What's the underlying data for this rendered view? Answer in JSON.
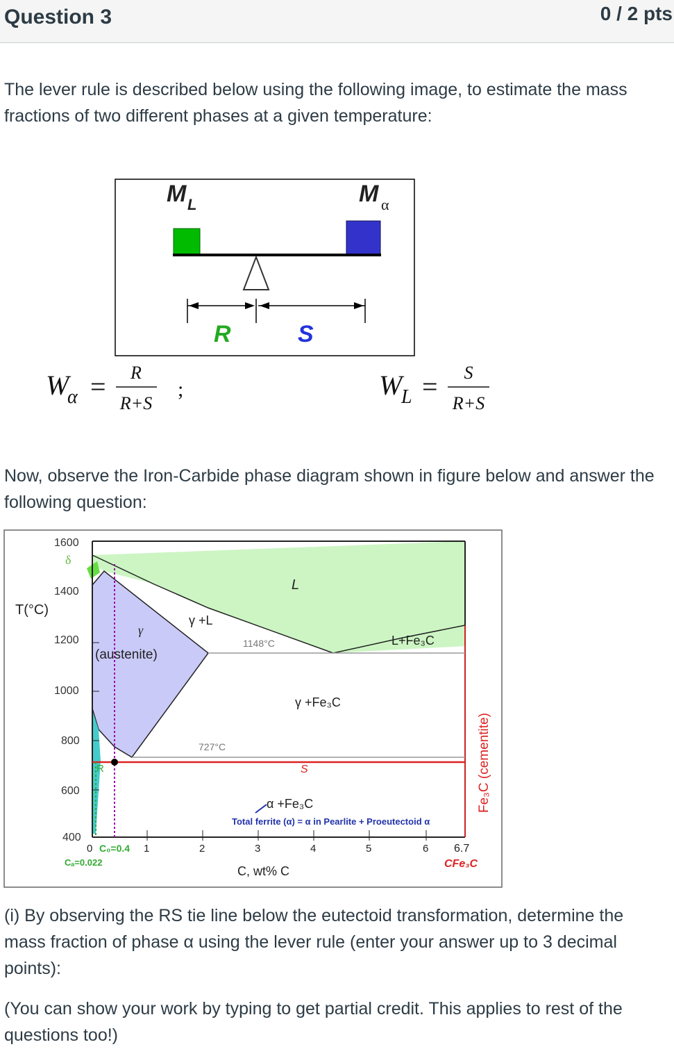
{
  "header": {
    "title": "Question 3",
    "points": "0 / 2 pts"
  },
  "intro": "The lever rule is described below using the following image, to estimate the mass fractions of two different phases at a given temperature:",
  "lever": {
    "left_mass_main": "M",
    "left_mass_sub": "L",
    "right_mass_main": "M",
    "right_mass_sub": "α",
    "left_arm": "R",
    "right_arm": "S",
    "colors": {
      "left_block": "#00bb00",
      "right_block": "#3333cc",
      "R": "#22aa22",
      "S": "#2233dd"
    }
  },
  "formulas": {
    "left": {
      "w": "W",
      "sub": "α",
      "eq": "=",
      "num": "R",
      "den": "R+S",
      "sep": ";"
    },
    "right": {
      "w": "W",
      "sub": "L",
      "eq": "=",
      "num": "S",
      "den": "R+S"
    }
  },
  "instructions": "Now, observe the Iron-Carbide phase diagram shown in figure below and answer the following question:",
  "phase_diagram": {
    "y_title": "T(°C)",
    "y_ticks": [
      "1600",
      "1400",
      "1200",
      "1000",
      "800",
      "600",
      "400"
    ],
    "x_ticks": [
      "0",
      "1",
      "2",
      "3",
      "4",
      "5",
      "6",
      "6.7"
    ],
    "x_title": "C, wt% C",
    "labels": {
      "delta": "δ",
      "liquid": "L",
      "gamma": "γ",
      "austenite": "(austenite)",
      "gamma_l": "γ +L",
      "l_fe3c": "L+Fe₃C",
      "eutectic_temp": "1148°C",
      "gamma_fe3c": "γ +Fe₃C",
      "eutectoid_temp": "727°C",
      "R": "R",
      "S": "S",
      "alpha_fe3c": "α +Fe₃C",
      "total_ferrite": "Total ferrite (α) = α in Pearlite + Proeutectoid α",
      "co": "C₀=0.4",
      "ca": "Cₐ=0.022",
      "cfe3c": "CFe₃C",
      "cementite": "Fe₃C (cementite)"
    },
    "colors": {
      "liquid": "#ccf5c3",
      "austenite": "#cacaf8",
      "eutectoid_line": "#dd2222",
      "cementite_line": "#cc2222",
      "co_line": "#9900aa"
    }
  },
  "question_i": "(i) By observing the RS tie line below the eutectoid transformation, determine the mass fraction of phase α using the lever rule (enter your answer up to 3 decimal points):",
  "note": "(You can show your work by typing to get partial credit. This applies to rest of the questions too!)"
}
